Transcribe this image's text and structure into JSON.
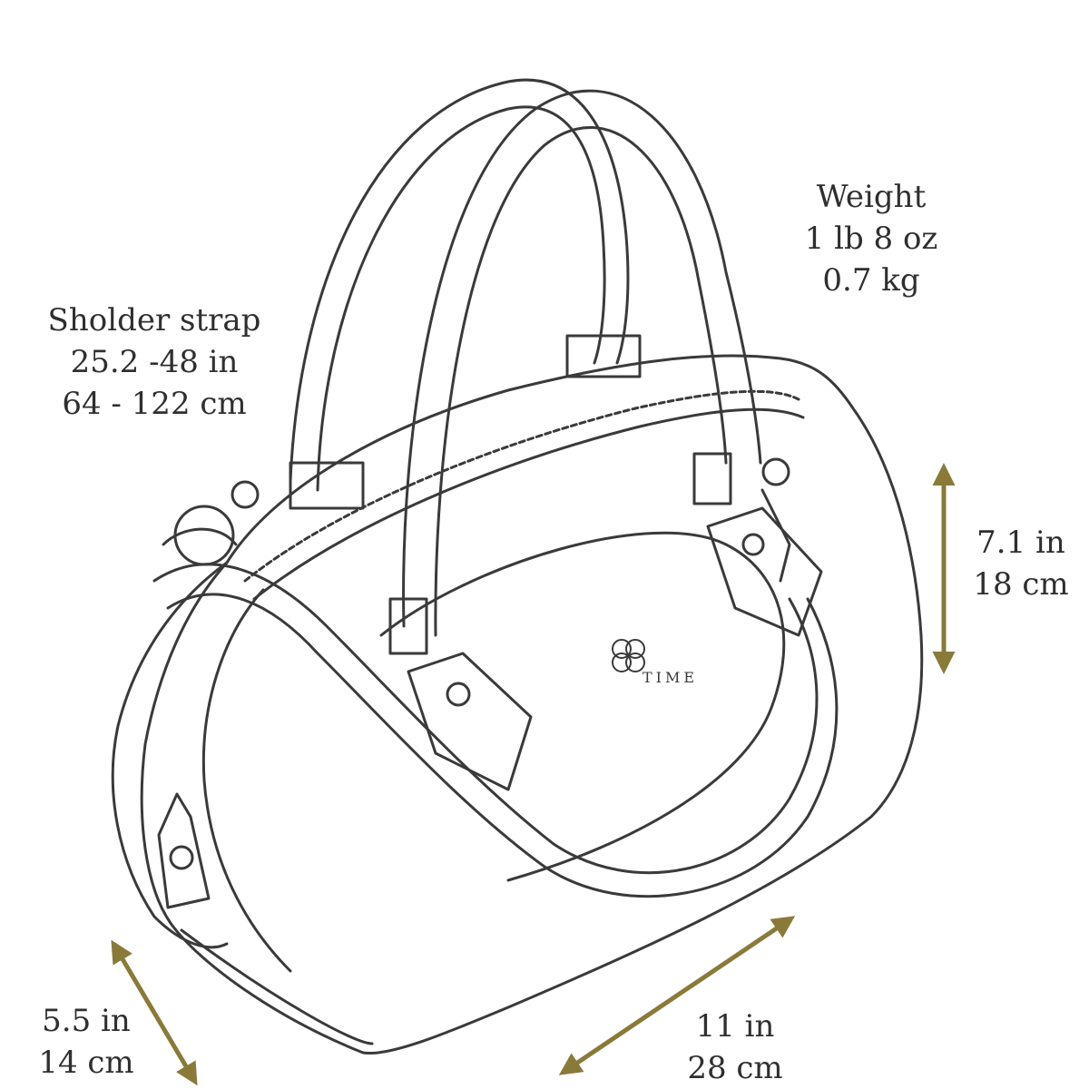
{
  "weight": {
    "title": "Weight",
    "imperial": "1 lb 8 oz",
    "metric": "0.7 kg"
  },
  "shoulder_strap": {
    "title": "Sholder strap",
    "imperial": "25.2 -48 in",
    "metric": "64 - 122 cm"
  },
  "height": {
    "imperial": "7.1 in",
    "metric": "18 cm"
  },
  "depth": {
    "imperial": "5.5 in",
    "metric": "14 cm"
  },
  "width": {
    "imperial": "11 in",
    "metric": "28 cm"
  },
  "colors": {
    "arrow": "#8a7a3a",
    "text": "#2f2f2f",
    "sketch": "#3a3a3a"
  },
  "logo_text": "TIME"
}
